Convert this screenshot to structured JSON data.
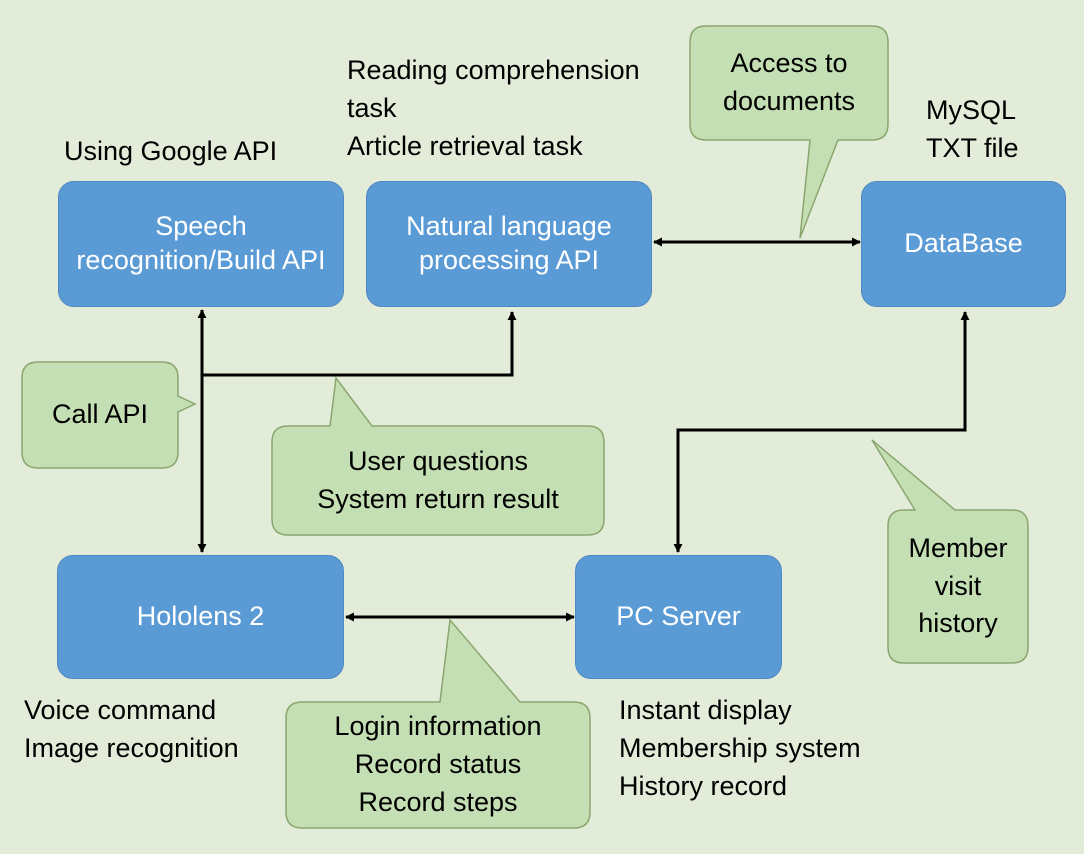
{
  "nodes": {
    "speech": "Speech recognition/Build API",
    "nlp": "Natural language processing API",
    "database": "DataBase",
    "hololens": "Hololens 2",
    "pcserver": "PC Server"
  },
  "annotations": {
    "google": "Using Google API",
    "nlp_tasks": "Reading comprehension\ntask\nArticle retrieval task",
    "db_types": "MySQL\nTXT file",
    "hololens_features": "Voice command\nImage recognition",
    "pc_features": "Instant display\nMembership system\nHistory record"
  },
  "callouts": {
    "access_docs": "Access to\ndocuments",
    "call_api": "Call API",
    "user_questions": "User questions\nSystem return result",
    "member_history": "Member\nvisit\nhistory",
    "login_info": "Login information\nRecord status\nRecord steps"
  },
  "colors": {
    "node_fill": "#5b9bd5",
    "callout_fill": "#c5dfb4",
    "callout_border": "#8aa66f",
    "background": "#e3ecd9"
  }
}
